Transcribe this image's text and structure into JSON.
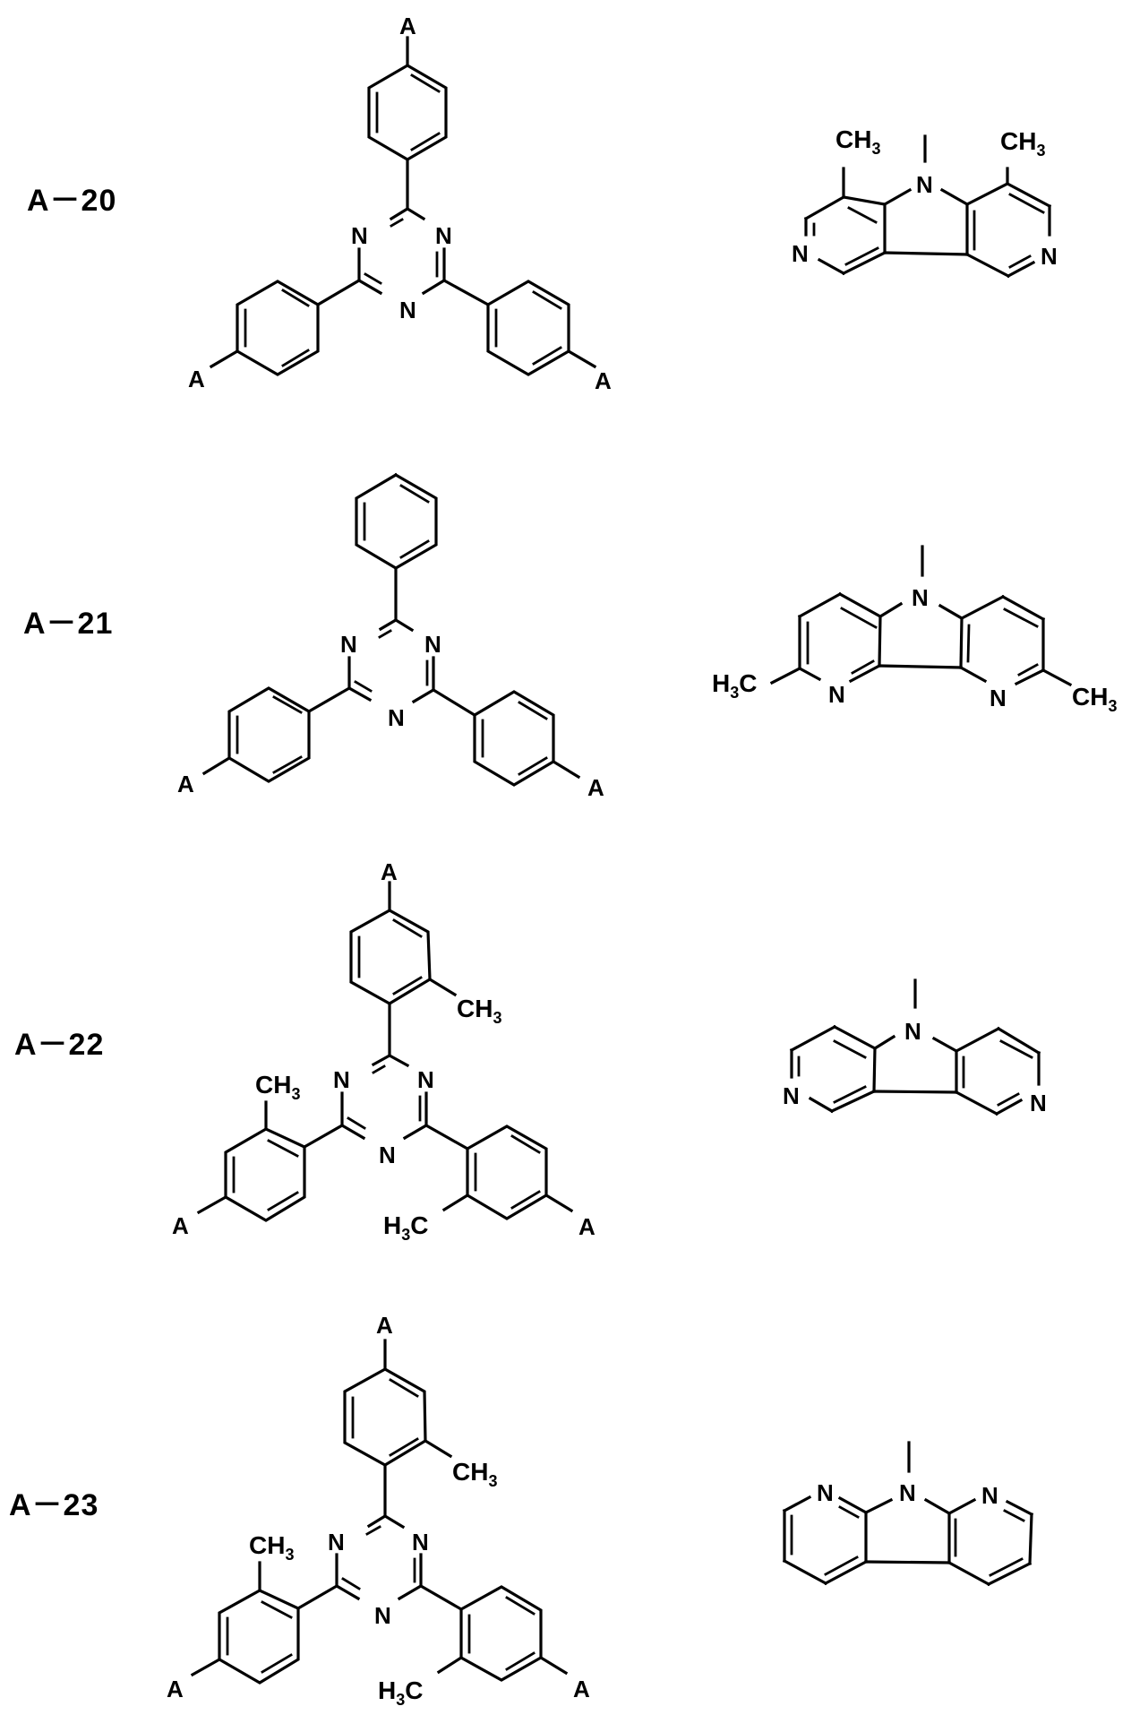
{
  "figure": {
    "compounds": [
      {
        "id": "A-20",
        "label": "A－20",
        "core": "1,3,5-triazine",
        "substituents": [
          "4-A-phenyl",
          "4-A-phenyl",
          "4-A-phenyl"
        ],
        "atom_labels": {
          "triazine_N": [
            "N",
            "N",
            "N"
          ],
          "attach": [
            "A",
            "A",
            "A"
          ]
        },
        "group_A": {
          "name": "N-methyl-4,4'-dimethyl dipyrido-pyrrole (pyrrolo[3,2-c:4,5-c']dipyridine)",
          "atom_labels": {
            "N_center": "N",
            "N_left": "N",
            "N_right": "N",
            "methyl_left": "CH",
            "methyl_left_sub": "3",
            "methyl_right": "CH",
            "methyl_right_sub": "3"
          }
        }
      },
      {
        "id": "A-21",
        "label": "A－21",
        "core": "1,3,5-triazine",
        "substituents": [
          "phenyl",
          "4-A-phenyl",
          "4-A-phenyl"
        ],
        "atom_labels": {
          "triazine_N": [
            "N",
            "N",
            "N"
          ],
          "attach": [
            "A",
            "A"
          ]
        },
        "group_A": {
          "name": "N-substituted 2,7-dimethyl pyrrolo[3,2-b:4,5-b']dipyridine",
          "atom_labels": {
            "N_center": "N",
            "N_left": "N",
            "N_right": "N",
            "methyl_left_pre": "H",
            "methyl_left_sub": "3",
            "methyl_left_post": "C",
            "methyl_right": "CH",
            "methyl_right_sub": "3"
          }
        }
      },
      {
        "id": "A-22",
        "label": "A－22",
        "core": "1,3,5-triazine",
        "substituents": [
          "4-A-2-methylphenyl",
          "4-A-2-methylphenyl",
          "4-A-2-methylphenyl"
        ],
        "atom_labels": {
          "triazine_N": [
            "N",
            "N",
            "N"
          ],
          "attach": [
            "A",
            "A",
            "A"
          ],
          "methyl_top": "CH",
          "methyl_top_sub": "3",
          "methyl_left": "CH",
          "methyl_left_sub": "3",
          "methyl_right_pre": "H",
          "methyl_right_sub": "3",
          "methyl_right_post": "C"
        },
        "group_A": {
          "name": "N-substituted pyrrolo[3,2-c:4,5-c']dipyridine",
          "atom_labels": {
            "N_center": "N",
            "N_left": "N",
            "N_right": "N"
          }
        }
      },
      {
        "id": "A-23",
        "label": "A－23",
        "core": "1,3,5-triazine",
        "substituents": [
          "4-A-2-methylphenyl",
          "4-A-2-methylphenyl",
          "4-A-2-methylphenyl"
        ],
        "atom_labels": {
          "triazine_N": [
            "N",
            "N",
            "N"
          ],
          "attach": [
            "A",
            "A",
            "A"
          ],
          "methyl_top": "CH",
          "methyl_top_sub": "3",
          "methyl_left": "CH",
          "methyl_left_sub": "3",
          "methyl_right_pre": "H",
          "methyl_right_sub": "3",
          "methyl_right_post": "C"
        },
        "group_A": {
          "name": "N-substituted pyrrolo[2,3-b:5,4-b']dipyridine",
          "atom_labels": {
            "N_left": "N",
            "N_center": "N",
            "N_right": "N"
          }
        }
      }
    ]
  }
}
